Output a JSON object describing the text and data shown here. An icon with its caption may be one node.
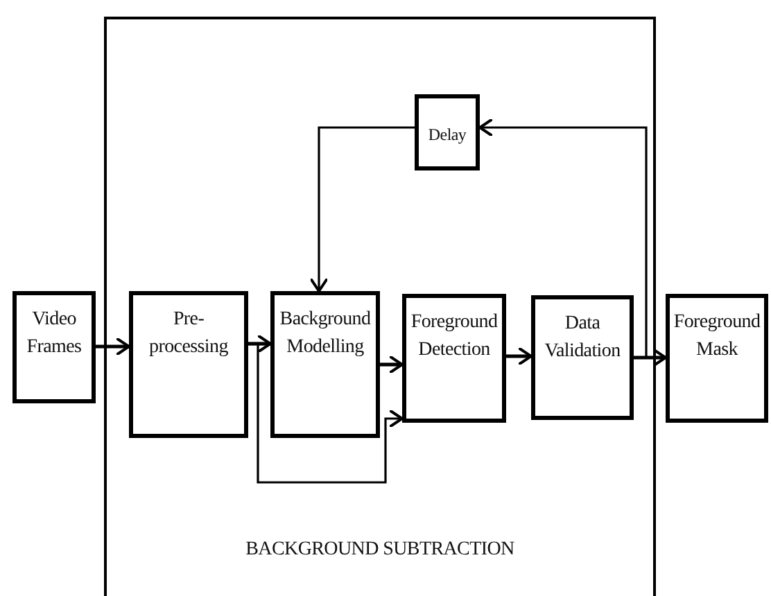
{
  "diagram": {
    "nodes": [
      {
        "text": [
          "BACKGROUND SUBTRACTION"
        ]
      },
      {
        "text": [
          "Video Frames"
        ]
      },
      {
        "text": [
          "Pre-processing"
        ],
        "in": 0
      },
      {
        "text": [
          "Background Modelling"
        ],
        "in": 0
      },
      {
        "text": [
          "Foreground Detection"
        ],
        "in": 0
      },
      {
        "text": [
          "Data Validation"
        ],
        "in": 0
      },
      {
        "text": [
          "Foreground Mask"
        ]
      },
      {
        "text": [
          "Delay"
        ],
        "in": 0
      }
    ],
    "edges": [
      {
        "from": 1,
        "to": 2,
        "arrow": "to"
      },
      {
        "from": 2,
        "to": 3,
        "arrow": "to"
      },
      {
        "from": 2,
        "to": 4,
        "arrow": "to"
      },
      {
        "from": 3,
        "to": 4,
        "arrow": "to"
      },
      {
        "from": 4,
        "to": 5,
        "arrow": "to"
      },
      {
        "from": 5,
        "to": 6,
        "arrow": "to"
      },
      {
        "from": 5,
        "to": 7,
        "arrow": "to"
      },
      {
        "from": 7,
        "to": 3,
        "arrow": "to"
      }
    ]
  }
}
